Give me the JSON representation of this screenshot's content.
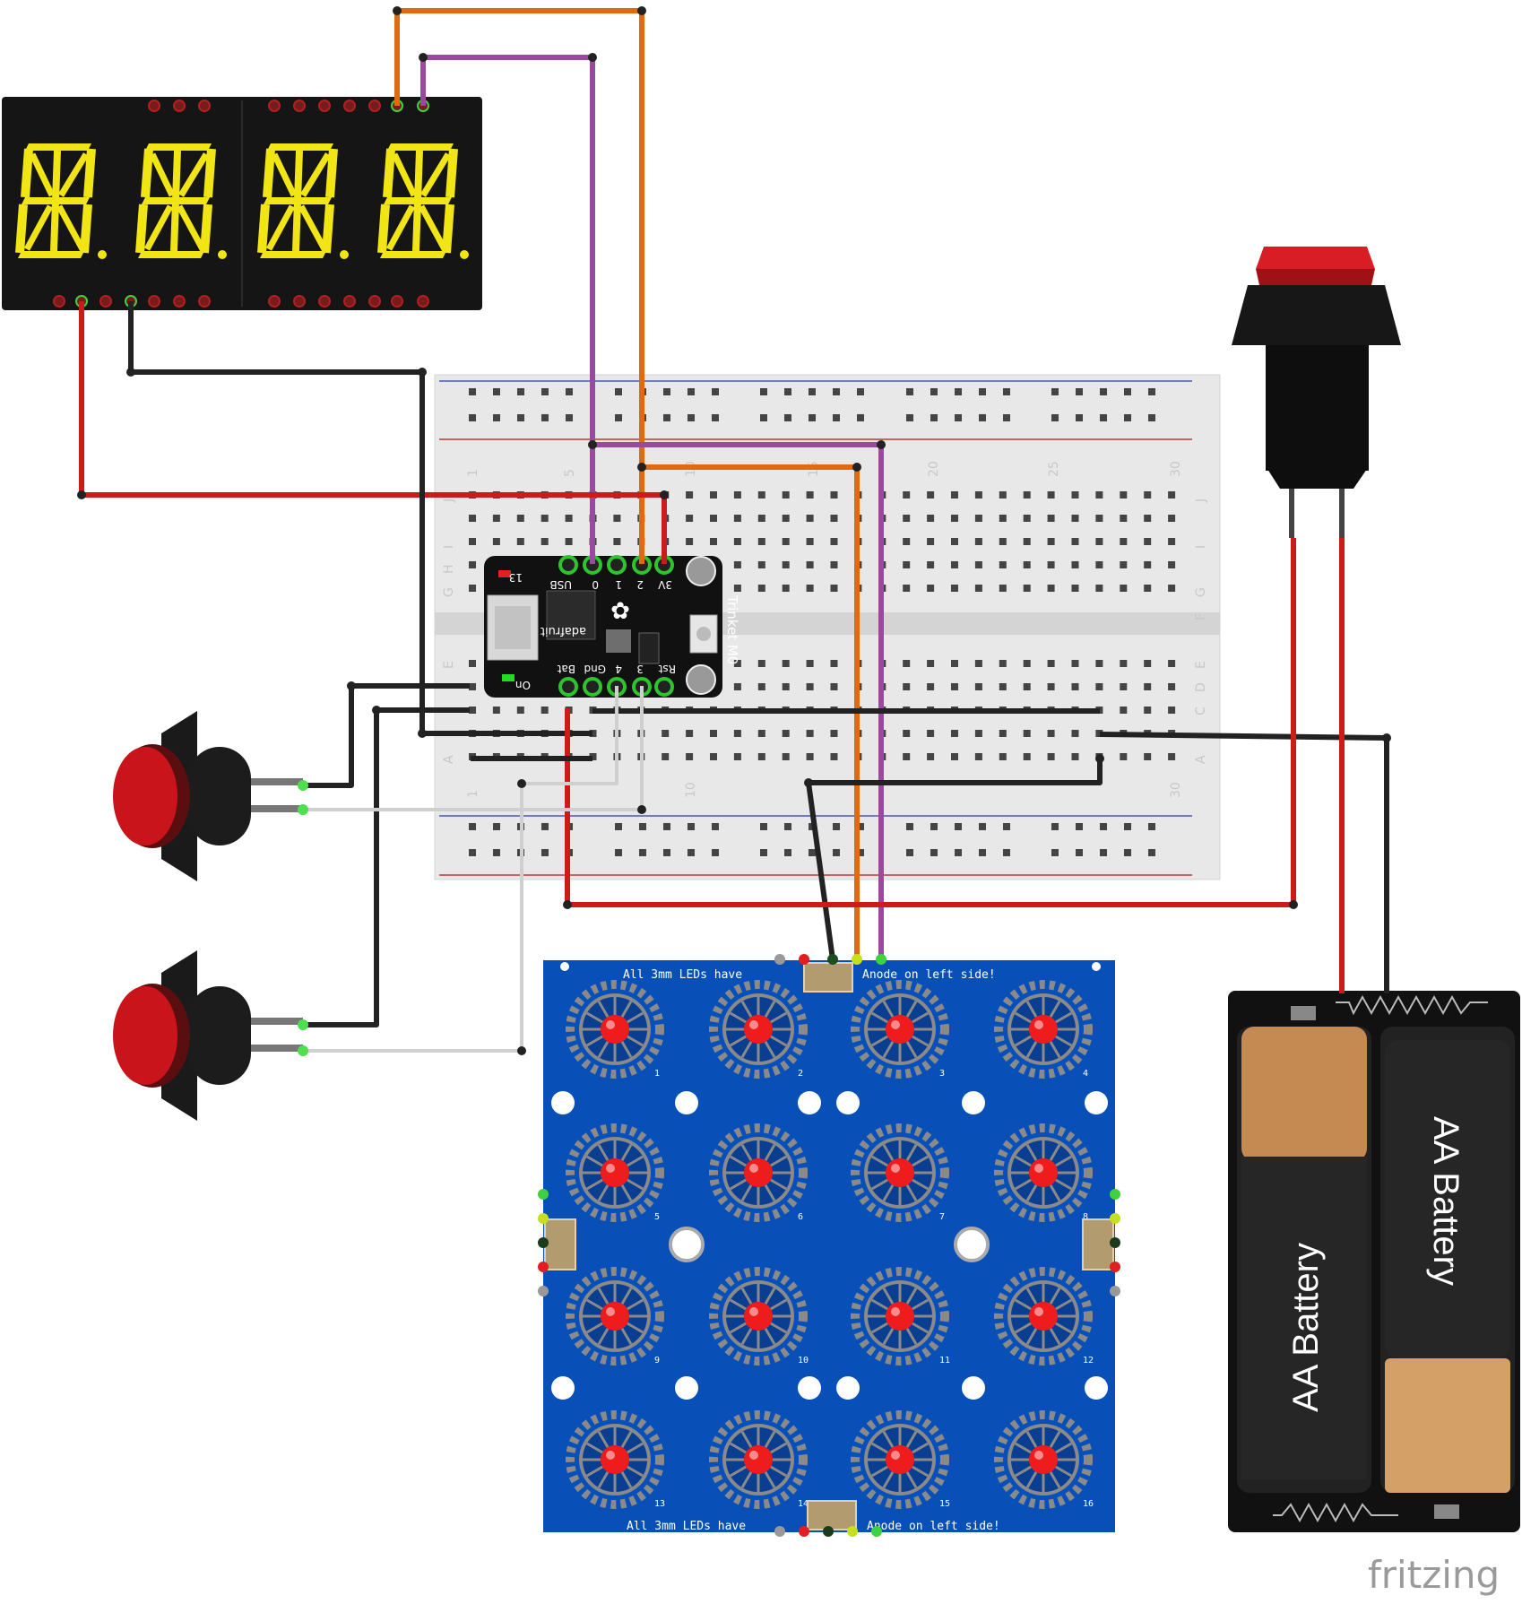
{
  "watermark": "fritzing",
  "breadboard": {
    "column_numbers": [
      "1",
      "5",
      "10",
      "15",
      "20",
      "25",
      "30"
    ],
    "row_letters_top": [
      "J",
      "I",
      "H",
      "G",
      "F"
    ],
    "row_letters_bottom": [
      "E",
      "D",
      "C",
      "B",
      "A"
    ]
  },
  "trinket": {
    "name": "Trinket M0",
    "brand": "adafruit",
    "top_pins": [
      "USB",
      "0",
      "1",
      "2",
      "3V"
    ],
    "bottom_pins": [
      "Bat",
      "Gnd",
      "4",
      "3",
      "Rst"
    ],
    "led_13": "13",
    "led_on": "On",
    "reset_label": "Rst"
  },
  "led_matrix": {
    "top_note_left": "All 3mm LEDs have",
    "top_note_right": "Anode on left side!",
    "bottom_note_left": "All 3mm LEDs have",
    "bottom_note_right": "Anode on left side!",
    "led_numbers": [
      "1",
      "2",
      "3",
      "4",
      "5",
      "6",
      "7",
      "8",
      "9",
      "10",
      "11",
      "12",
      "13",
      "14",
      "15",
      "16"
    ]
  },
  "battery_holder": {
    "cells": [
      "AA Battery",
      "AA Battery"
    ]
  },
  "colors": {
    "wire_red": "#cc1b1b",
    "wire_black": "#222222",
    "wire_orange": "#e06a10",
    "wire_purple": "#9a4a9e",
    "wire_gray": "#cfcfcf",
    "display_segment": "#f2e516",
    "pcb_blue": "#0850b8",
    "button_red": "#c8141a"
  }
}
